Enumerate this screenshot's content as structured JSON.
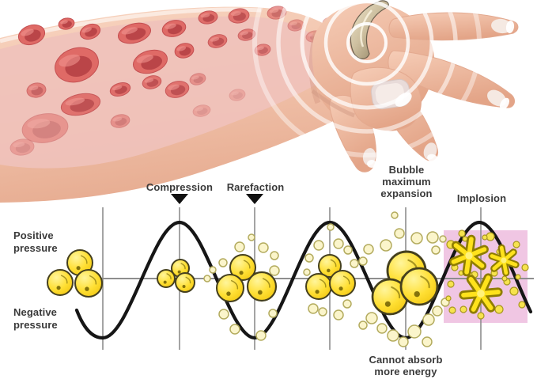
{
  "diagram": {
    "phase_labels": {
      "compression": "Compression",
      "rarefaction": "Rarefaction",
      "bubble_maximum_expansion": "Bubble\nmaximum\nexpansion",
      "implosion": "Implosion"
    },
    "pressure_labels": {
      "positive": "Positive\npressure",
      "negative": "Negative\npressure"
    },
    "footnote": "Cannot absorb\nmore energy",
    "colors": {
      "bubble_yellow": "#ffdf33",
      "bubble_outline": "#45401e",
      "pale_bubble": "#fbf5cb",
      "implosion_panel_pink": "#efc3e2",
      "wave_black": "#161616",
      "grid_gray": "#8e8e8e",
      "label_text": "#3a3a3a",
      "blood_cell_red": "#df6a66",
      "skin": "#f2c6b0",
      "ring_gold": "#cfc2a6"
    }
  },
  "illustration": {
    "elements": [
      "forearm-with-blood-cells",
      "hand",
      "ultrasonic-ring",
      "sound-wave-rings"
    ]
  }
}
